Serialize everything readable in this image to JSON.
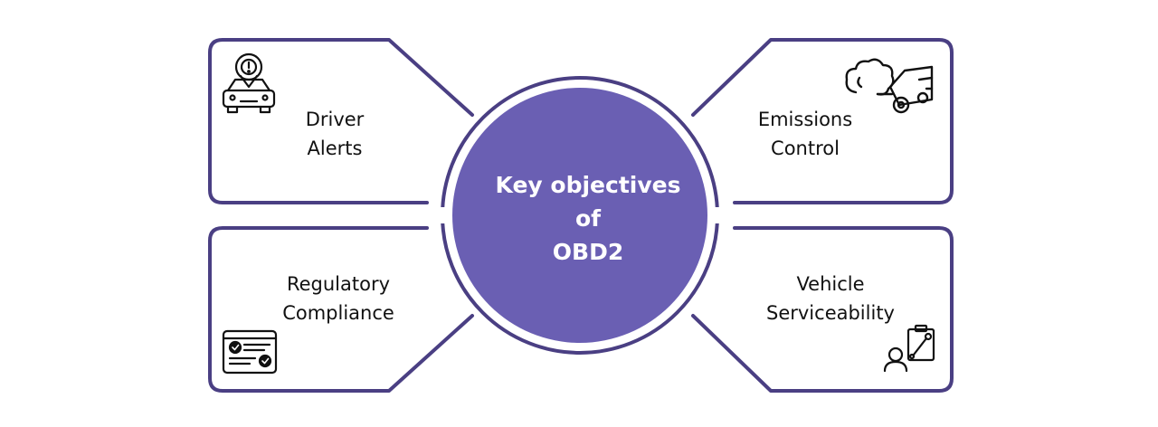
{
  "center": {
    "line1": "Key objectives",
    "line2": "of",
    "line3": "OBD2"
  },
  "objectives": {
    "driver_alerts": {
      "line1": "Driver",
      "line2": "Alerts",
      "icon": "car-alert-icon"
    },
    "emissions_control": {
      "line1": "Emissions",
      "line2": "Control",
      "icon": "car-exhaust-smoke-icon"
    },
    "regulatory_compliance": {
      "line1": "Regulatory",
      "line2": "Compliance",
      "icon": "checklist-card-icon"
    },
    "vehicle_serviceability": {
      "line1": "Vehicle",
      "line2": "Serviceability",
      "icon": "mechanic-clipboard-icon"
    }
  },
  "colors": {
    "accent": "#6a5fb3",
    "outline": "#4a3f83",
    "text": "#111111",
    "center_text": "#ffffff"
  }
}
